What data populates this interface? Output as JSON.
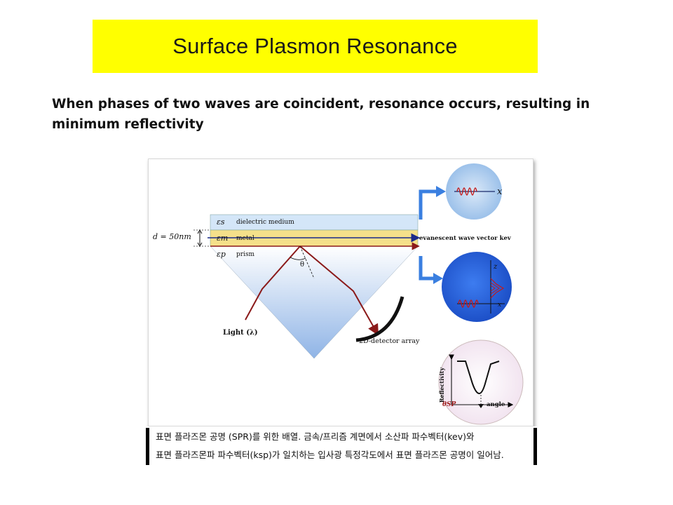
{
  "title": "Surface Plasmon Resonance",
  "subtitle": "When phases of two waves are coincident, resonance occurs, resulting in minimum reflectivity",
  "figure": {
    "layers": {
      "dielectric": "dielectric medium",
      "metal": "metal",
      "prism": "prism"
    },
    "layer_symbols": {
      "dielectric": "εs",
      "metal": "εm",
      "prism": "εp"
    },
    "thickness": "d = 50nm",
    "angle_symbol": "θ",
    "light_label": "Light (λ)",
    "evanescent_label": "evanescent wave vector kev",
    "detector_label": "2D-detector array",
    "axis_x": "x",
    "axis_z": "z",
    "plot_ylabel": "Reflectivity",
    "plot_xlabel": "angle",
    "plot_theta": "θSP",
    "colors": {
      "dielectric": "#d4e6f8",
      "metal": "#f5e08a",
      "beam": "#8b1a1a",
      "arrow": "#3a7fe0",
      "circle_light": "#b8d4f0",
      "circle_dark": "#2a62d8"
    }
  },
  "caption": {
    "line1": "표면 플라즈몬 공명 (SPR)를 위한 배열. 금속/프리즘 계면에서 소산파 파수벡터(kev)와",
    "line2": "표면 플라즈몬파 파수벡터(ksp)가 일치하는 입사광 특정각도에서 표면 플라즈몬 공명이 일어남."
  }
}
